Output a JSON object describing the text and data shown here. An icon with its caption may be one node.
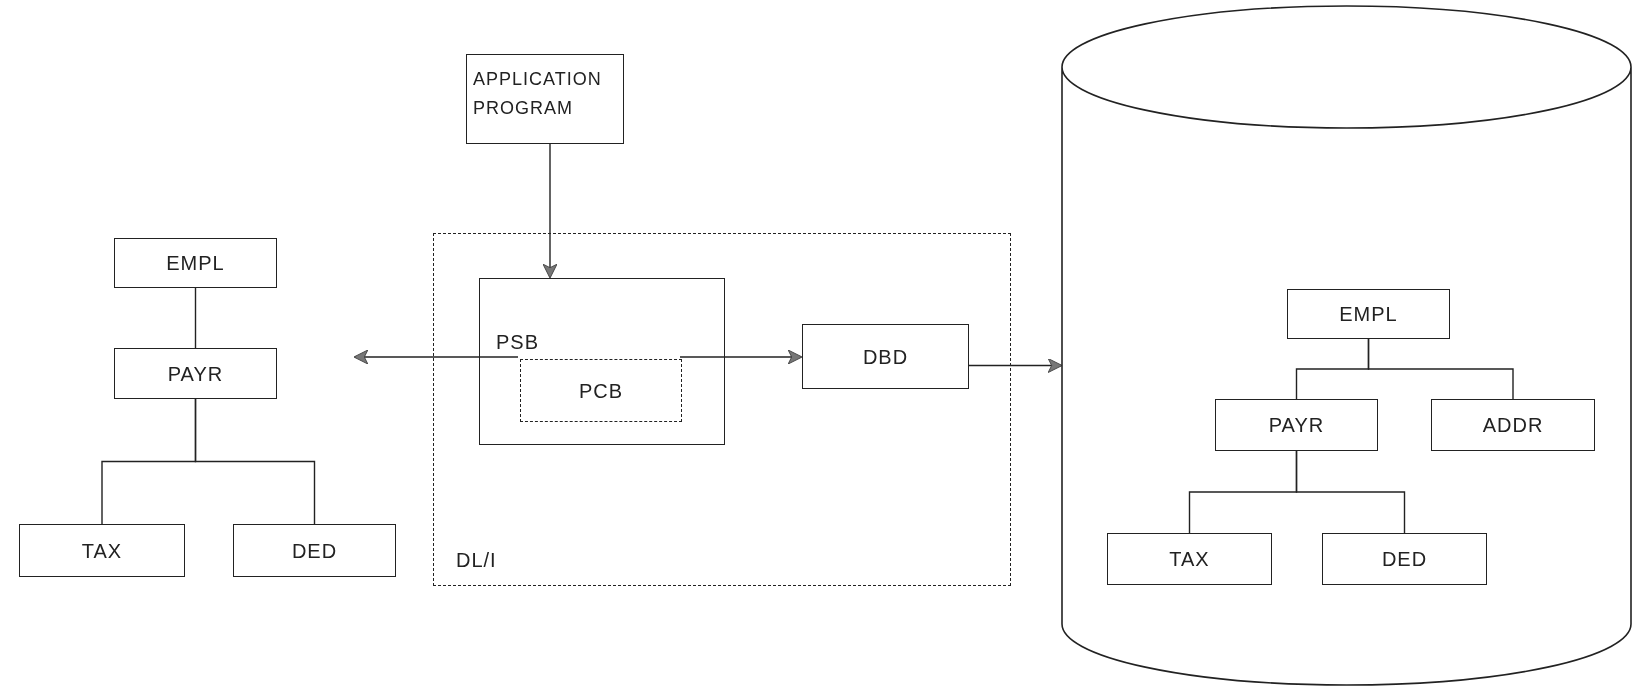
{
  "diagram": {
    "nodes": [
      {
        "text": [
          "APPLICATION PROGRAM"
        ]
      },
      {
        "text": [
          "DL/I"
        ]
      },
      {
        "text": [
          "PSB"
        ],
        "in": 1
      },
      {
        "text": [
          "PCB"
        ],
        "in": 2
      },
      {
        "text": [
          "DBD"
        ],
        "in": 1
      },
      {
        "text": [
          "EMPL"
        ]
      },
      {
        "text": [
          "PAYR"
        ]
      },
      {
        "text": [
          "TAX"
        ]
      },
      {
        "text": [
          "DED"
        ]
      },
      {
        "text": [],
        "shape": "cylinder"
      },
      {
        "text": [
          "EMPL"
        ],
        "in": 9
      },
      {
        "text": [
          "PAYR"
        ],
        "in": 9
      },
      {
        "text": [
          "ADDR"
        ],
        "in": 9
      },
      {
        "text": [
          "TAX"
        ],
        "in": 9
      },
      {
        "text": [
          "DED"
        ],
        "in": 9
      }
    ],
    "edges": [
      {
        "from": 0,
        "to": 2,
        "arrow": "to"
      },
      {
        "from": 3,
        "to": null,
        "arrow": "to"
      },
      {
        "from": 3,
        "to": 4,
        "arrow": "to"
      },
      {
        "from": 4,
        "to": 9,
        "arrow": "to"
      },
      {
        "from": 5,
        "to": 6,
        "arrow": "none"
      },
      {
        "from": 6,
        "to": 7,
        "arrow": "none"
      },
      {
        "from": 6,
        "to": 8,
        "arrow": "none"
      },
      {
        "from": 10,
        "to": 11,
        "arrow": "none"
      },
      {
        "from": 10,
        "to": 12,
        "arrow": "none"
      },
      {
        "from": 11,
        "to": 13,
        "arrow": "none"
      },
      {
        "from": 11,
        "to": 14,
        "arrow": "none"
      }
    ]
  }
}
